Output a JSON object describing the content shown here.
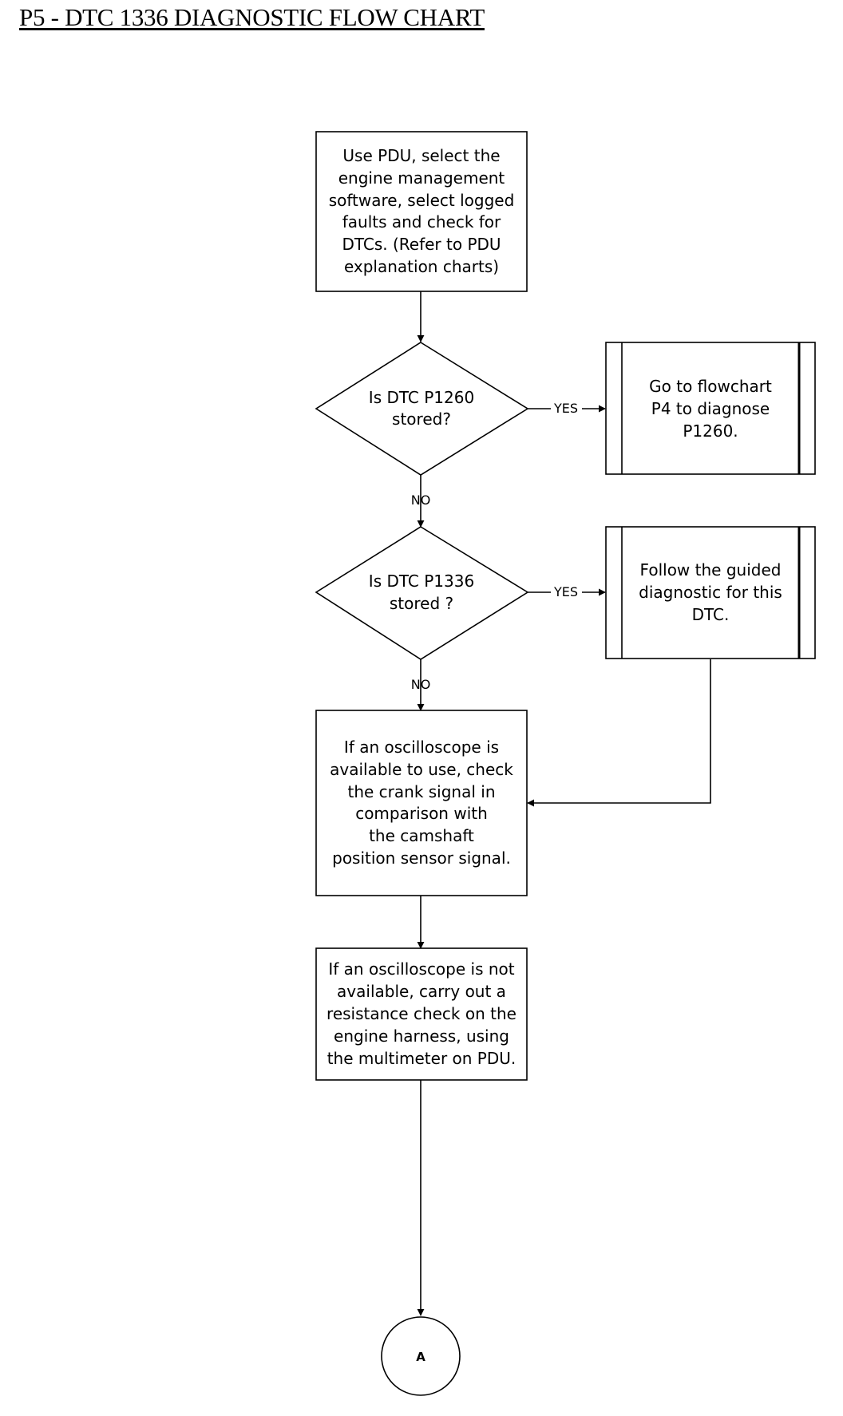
{
  "title": "P5 - DTC 1336 DIAGNOSTIC FLOW CHART",
  "nodes": {
    "start": {
      "lines": [
        "Use PDU, select the",
        "engine management",
        "software, select logged",
        "faults and check for",
        "DTCs. (Refer to PDU",
        "explanation charts)"
      ]
    },
    "decision_p1260": {
      "lines": [
        "Is DTC P1260",
        "stored?"
      ]
    },
    "flowchart_p4": {
      "lines": [
        "Go to flowchart",
        "P4 to diagnose",
        "P1260."
      ]
    },
    "decision_p1336": {
      "lines": [
        "Is DTC P1336",
        "stored ?"
      ]
    },
    "guided_diagnostic": {
      "lines": [
        "Follow the guided",
        "diagnostic for this",
        "DTC."
      ]
    },
    "oscilloscope_check": {
      "lines": [
        "If an oscilloscope is",
        "available to use, check",
        "the crank signal in",
        "comparison with",
        "the camshaft",
        "position sensor signal."
      ]
    },
    "resistance_check": {
      "lines": [
        "If an oscilloscope is not",
        "available, carry out a",
        "resistance check on the",
        "engine harness, using",
        "the multimeter on PDU."
      ]
    },
    "connector_a": {
      "label": "A"
    }
  },
  "edges": {
    "yes_label": "YES",
    "no_label": "NO"
  }
}
